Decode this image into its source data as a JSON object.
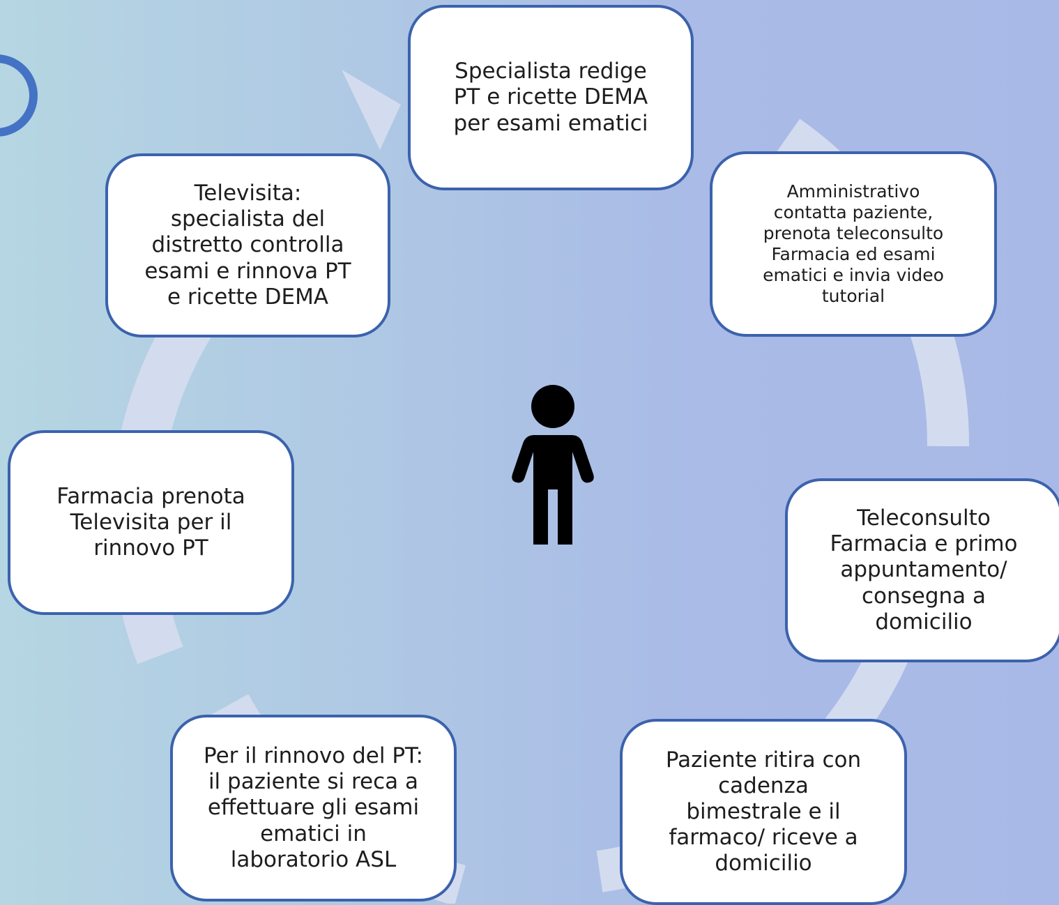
{
  "diagram": {
    "steps": [
      "Specialista redige\nPT e ricette DEMA\nper esami ematici",
      "Amministrativo\ncontatta paziente,\nprenota teleconsulto\nFarmacia ed esami\nematici e invia video\ntutorial",
      "Teleconsulto\nFarmacia e primo\nappuntamento/\nconsegna a\ndomicilio",
      "Paziente ritira con\ncadenza\nbimestrale e il\nfarmaco/ riceve a\ndomicilio",
      "Per il rinnovo del PT:\nil paziente si reca a\neffettuare gli esami\nematici in\nlaboratorio ASL",
      "Farmacia prenota\nTelevisita per il\nrinnovo PT",
      "Televisita:\nspecialista del\ndistretto controlla\nesami e rinnova PT\ne ricette DEMA"
    ],
    "center_icon": "person-icon",
    "corner_decoration": "ring-icon"
  },
  "colors": {
    "box_border": "#3c62ad",
    "box_fill": "#ffffff",
    "arrow": "#d3dbef",
    "ring": "#4472c4",
    "person": "#000000"
  }
}
